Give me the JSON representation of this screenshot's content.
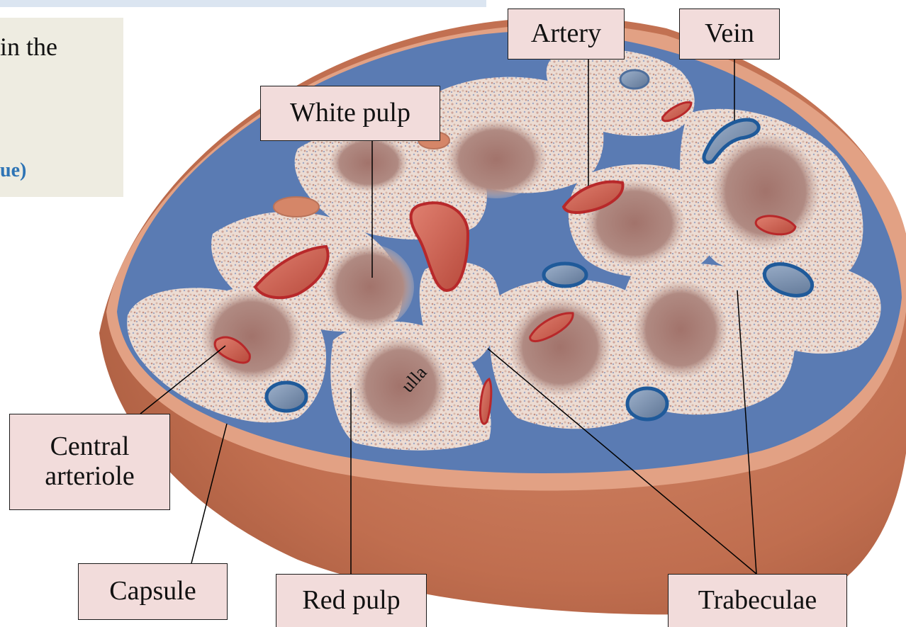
{
  "notes": {
    "line1": "in the",
    "line2": "ue)",
    "fragment": "ulla"
  },
  "labels": {
    "artery": "Artery",
    "vein": "Vein",
    "white_pulp": "White pulp",
    "central_arteriole": "Central\narteriole",
    "capsule": "Capsule",
    "red_pulp": "Red pulp",
    "trabeculae": "Trabeculae"
  },
  "colors": {
    "capsule": "#c8795a",
    "capsule_rim": "#e6a78a",
    "trabecular_blue": "#5577b0",
    "red_pulp": "#e9d6cd",
    "white_pulp": "#a87a70",
    "artery": "#c73a34",
    "vein": "#2a5f96",
    "label_fill": "#f2dcdb"
  }
}
